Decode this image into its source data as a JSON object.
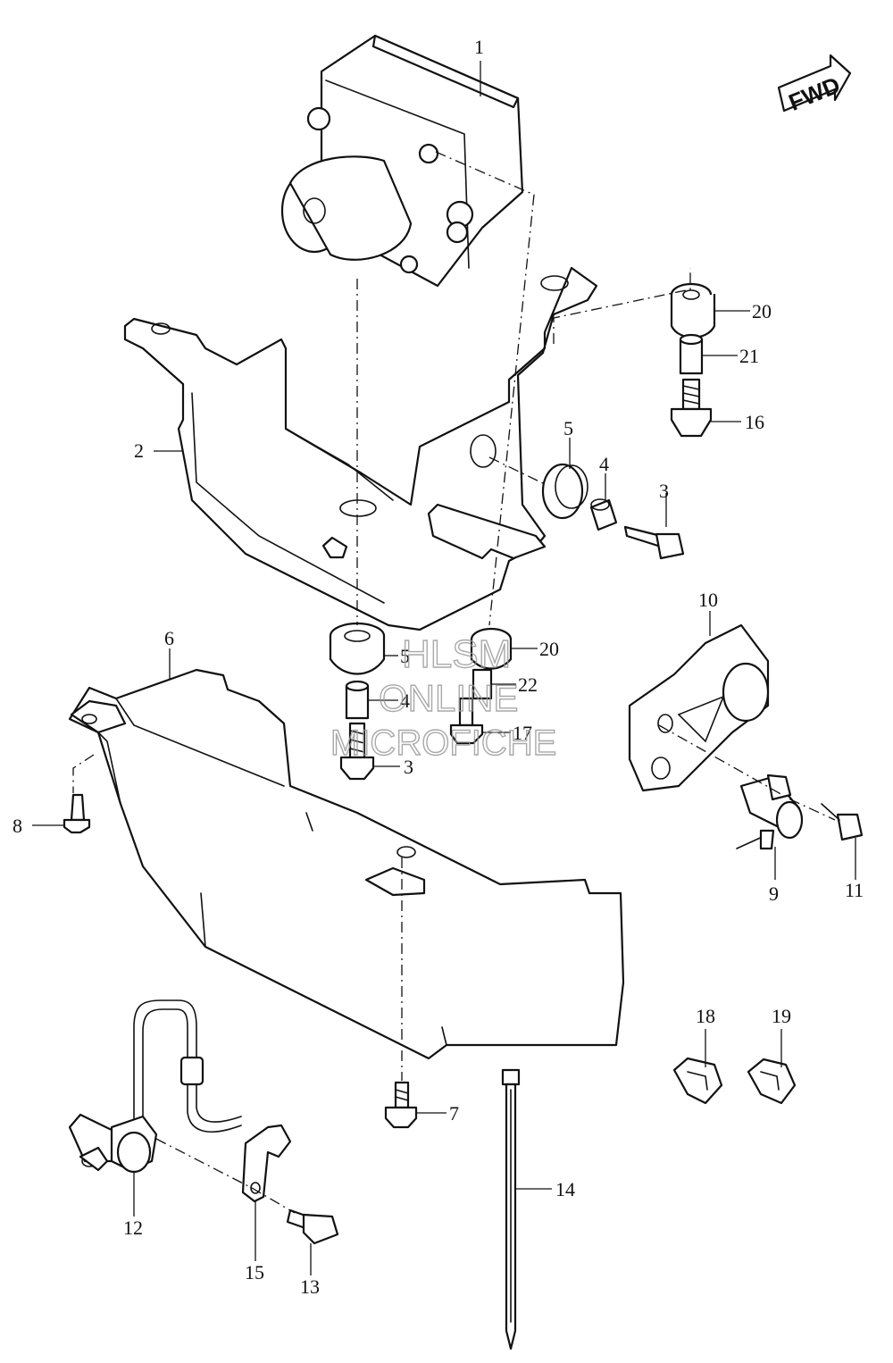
{
  "direction_label": "FWD",
  "watermark": {
    "line1": "HLSM",
    "line2": "ONLINE",
    "line3": "MICROFICHE"
  },
  "callouts": {
    "c1": "1",
    "c2": "2",
    "c3a": "3",
    "c3b": "3",
    "c4a": "4",
    "c4b": "4",
    "c5a": "5",
    "c5b": "5",
    "c6": "6",
    "c7": "7",
    "c8": "8",
    "c9": "9",
    "c10": "10",
    "c11": "11",
    "c12": "12",
    "c13": "13",
    "c14": "14",
    "c15": "15",
    "c16": "16",
    "c17": "17",
    "c18": "18",
    "c19": "19",
    "c20a": "20",
    "c20b": "20",
    "c21": "21",
    "c22": "22"
  },
  "colors": {
    "line": "#111111",
    "watermark": "#9a9a9a",
    "background": "#ffffff"
  }
}
